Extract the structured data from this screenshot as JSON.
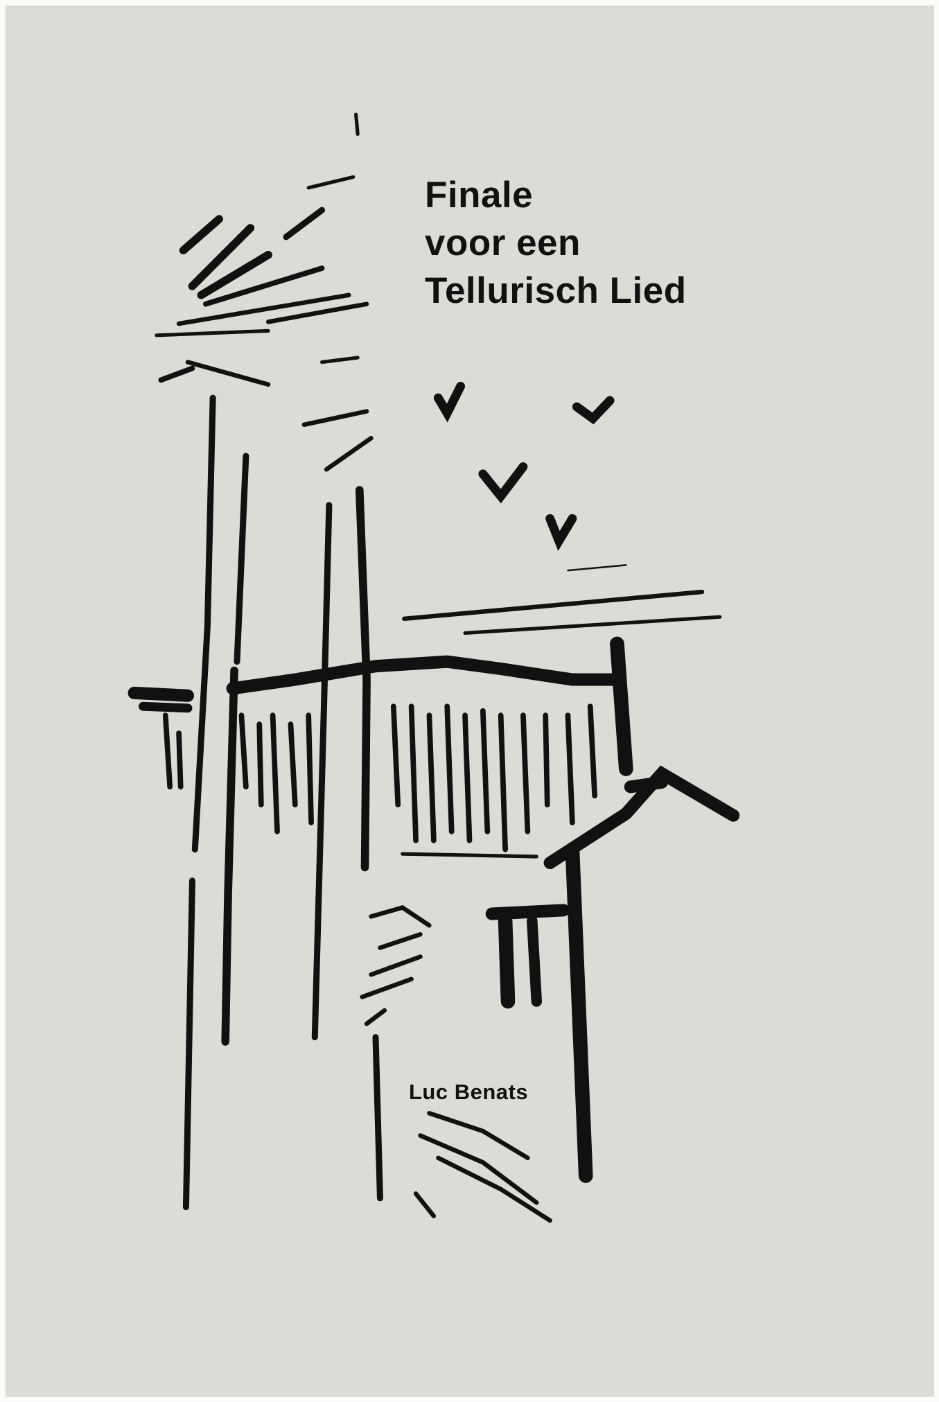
{
  "book": {
    "title_lines": [
      "Finale",
      "voor een",
      "Tellurisch Lied"
    ],
    "author": "Luc Benats"
  },
  "colors": {
    "paper": "#dcdcd6",
    "ink": "#111111"
  }
}
